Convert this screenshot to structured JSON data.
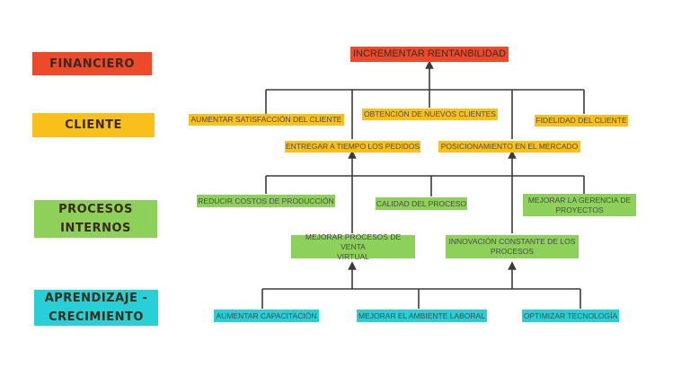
{
  "perspectives": {
    "financiero": "FINANCIERO",
    "cliente": "CLIENTE",
    "procesos_line1": "PROCESOS",
    "procesos_line2": "INTERNOS",
    "aprendizaje_line1": "APRENDIZAJE -",
    "aprendizaje_line2": "CRECIMIENTO"
  },
  "financial": {
    "incrementar_rentabilidad": "INCREMENTAR RENTANBILIDAD"
  },
  "customer": {
    "aumentar_satisfaccion": "AUMENTAR SATISFACCIÓN DEL CLIENTE",
    "obtencion_nuevos_clientes": "OBTENCIÓN DE NUEVOS CLIENTES",
    "fidelidad_cliente": "FIDELIDAD DEL CLIENTE",
    "entregar_a_tiempo": "ENTREGAR A TIEMPO LOS PEDIDOS",
    "posicionamiento": "POSICIONAMIENTO EN EL MERCADO"
  },
  "internal": {
    "reducir_costos": "REDUCIR COSTOS DE PRODUCCIÓN",
    "calidad_proceso": "CALIDAD DEL PROCESO",
    "gerencia_line1": "MEJORAR LA GERENCIA DE",
    "gerencia_line2": "PROYECTOS",
    "venta_line1": "MEJORAR PROCESOS DE VENTA",
    "venta_line2": "VIRTUAL",
    "innovacion_line1": "INNOVACIÓN CONSTANTE DE LOS",
    "innovacion_line2": "PROCESOS"
  },
  "learning": {
    "capacitacion": "AUMENTAR CAPACITACIÓN",
    "ambiente_laboral": "MEJORAR EL AMBIENTE LABORAL",
    "tecnologia": "OPTIMIZAR TECNOLOGÍA"
  },
  "colors": {
    "financiero": "#ec4a2a",
    "cliente": "#f9c01a",
    "procesos": "#8ed15a",
    "aprendizaje": "#26d0d6",
    "connector": "#3a3a3a"
  }
}
